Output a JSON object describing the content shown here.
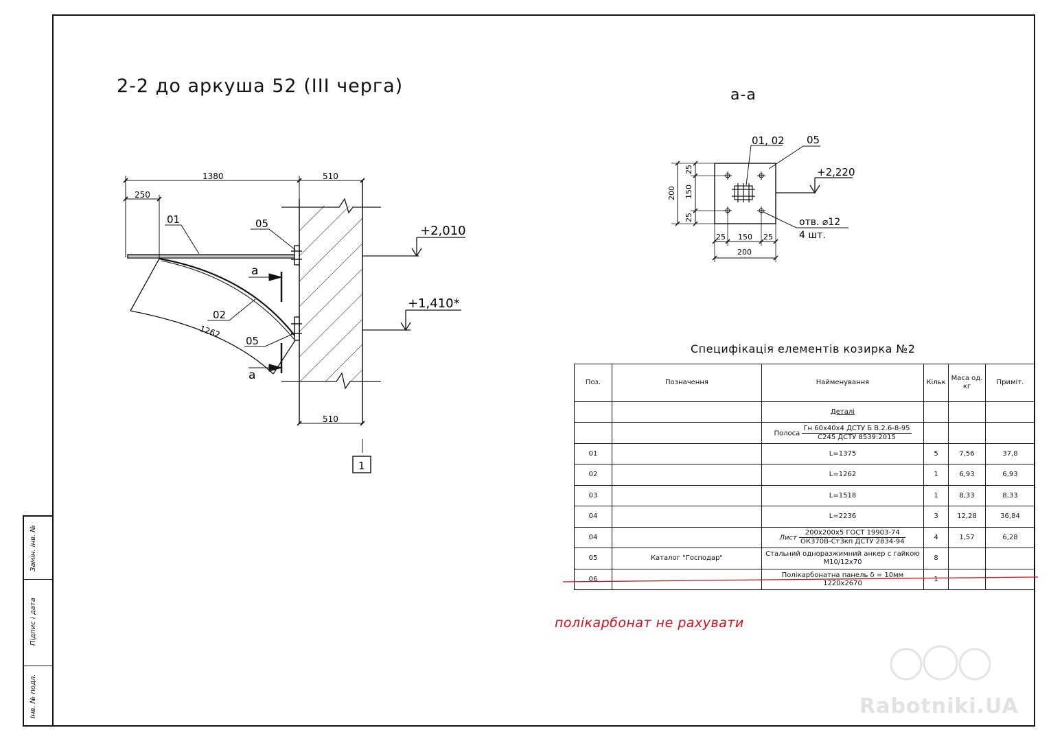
{
  "sheet_title": "2-2 до аркуша 52  (III черга)",
  "section_title": "а-а",
  "stamp": {
    "replaced_inv": "Замін. інв. №",
    "sign_date": "Підпис і дата",
    "inv_orig": "Інв. № подл."
  },
  "drawing1": {
    "dim_1380": "1380",
    "dim_510_top": "510",
    "dim_250": "250",
    "label_01": "01",
    "label_05_top": "05",
    "label_02": "02",
    "label_1262": "1262",
    "label_05_bottom": "05",
    "section_a_top": "а",
    "section_a_bottom": "а",
    "level_2010": "+2,010",
    "level_1410": "+1,410*",
    "dim_510_bottom": "510",
    "node_number": "1"
  },
  "drawing2": {
    "label_0102": "01, 02",
    "label_05": "05",
    "level_2220": "+2,220",
    "hole_note_1": "отв. ⌀12",
    "hole_note_2": "4 шт.",
    "dim_200_v": "200",
    "dim_25_top": "25",
    "dim_150_v": "150",
    "dim_25_bot": "25",
    "dim_25_left": "25",
    "dim_150_h": "150",
    "dim_25_right": "25",
    "dim_200_h": "200"
  },
  "spec": {
    "title": "Специфікація елементів козирка №2",
    "headers": [
      "Поз.",
      "Позначення",
      "Найменування",
      "Кільк",
      "Маса од. кг",
      "Приміт."
    ],
    "group_details": "Деталі",
    "strip_prefix": "Полоса",
    "strip_num": "Гн  60х40х4 ДСТУ Б В.2.6-8-95",
    "strip_den": "С245 ДСТУ 8539:2015",
    "rows": [
      {
        "pos": "01",
        "designation": "",
        "name": "L=1375",
        "qty": "5",
        "mass": "7,56",
        "note": "37,8"
      },
      {
        "pos": "02",
        "designation": "",
        "name": "L=1262",
        "qty": "1",
        "mass": "6,93",
        "note": "6,93"
      },
      {
        "pos": "03",
        "designation": "",
        "name": "L=1518",
        "qty": "1",
        "mass": "8,33",
        "note": "8,33"
      },
      {
        "pos": "04",
        "designation": "",
        "name": "L=2236",
        "qty": "3",
        "mass": "12,28",
        "note": "36,84"
      }
    ],
    "sheet_row": {
      "pos": "04",
      "prefix": "Лист",
      "num": "200х200х5 ГОСТ 19903-74",
      "den": "ОК370В-Ст3кп ДСТУ 2834-94",
      "qty": "4",
      "mass": "1,57",
      "note": "6,28"
    },
    "anchor_row": {
      "pos": "05",
      "designation": "Каталог  \"Господар\"",
      "name": "Стальний одноразжимний анкер с гайкою М10/12х70",
      "qty": "8"
    },
    "poly_row": {
      "pos": "06",
      "name_1": "Полікарбонатна панель  δ = 10мм",
      "name_2": "1220х2670",
      "qty": "1"
    }
  },
  "red_note": "полікарбонат не рахувати",
  "watermark": "Rabotniki.UA",
  "colors": {
    "ink": "#111111",
    "red": "#d0101a"
  }
}
